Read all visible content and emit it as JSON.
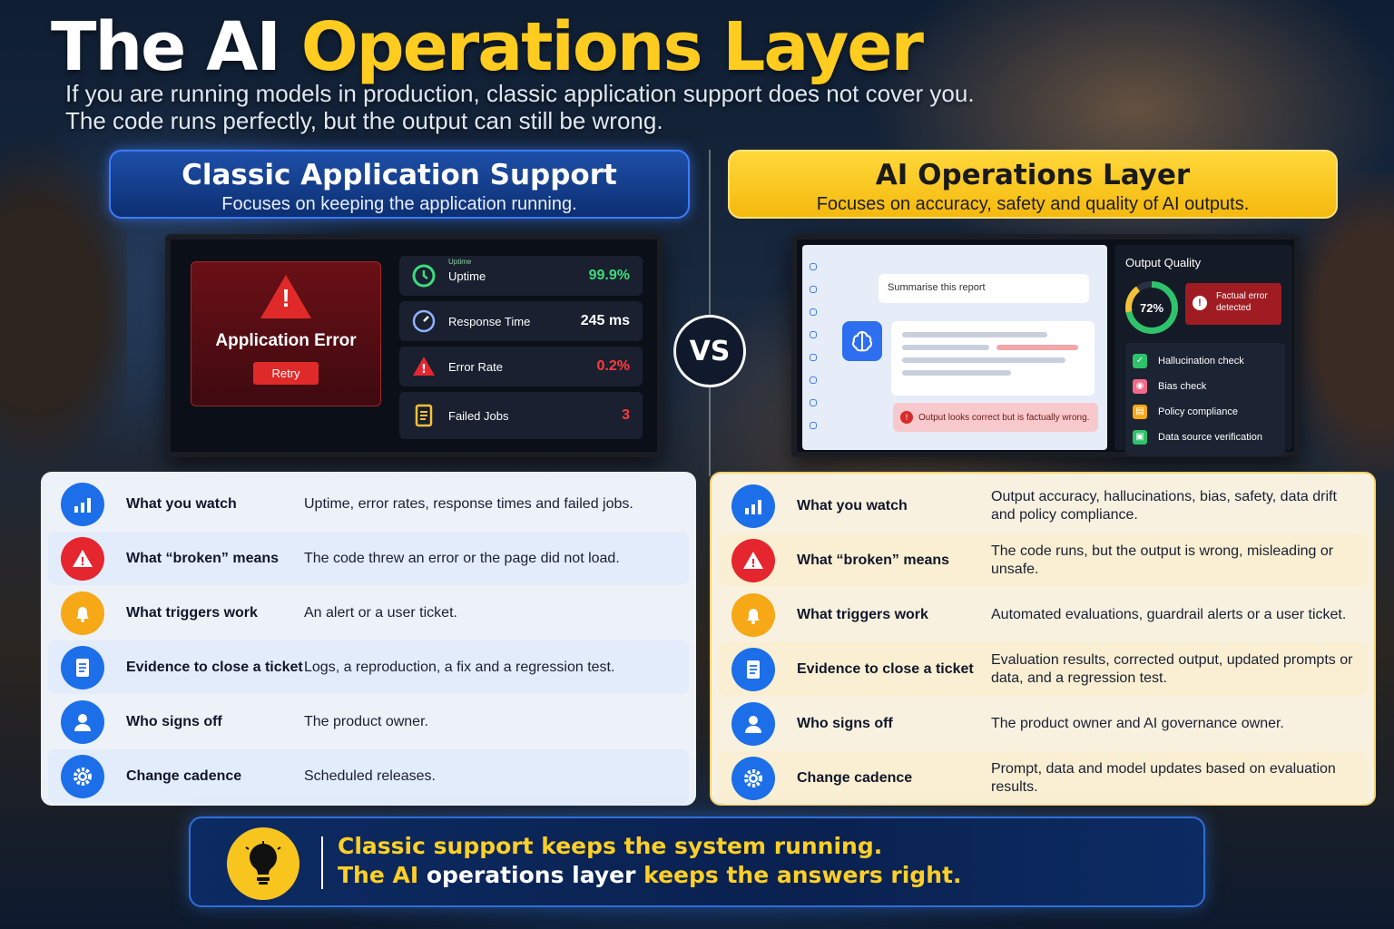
{
  "title": {
    "part1": "The AI ",
    "part2": "Operations Layer"
  },
  "subtitle": {
    "line1": "If you are running models in production, classic application support does not cover you.",
    "line2": "The code runs perfectly, but the output can still be wrong."
  },
  "left_header": {
    "title": "Classic Application Support",
    "subtitle": "Focuses on keeping the application running."
  },
  "right_header": {
    "title": "AI Operations Layer",
    "subtitle": "Focuses on accuracy, safety and quality of AI outputs."
  },
  "vs": "VS",
  "left_monitor": {
    "error_title": "Application Error",
    "retry": "Retry",
    "metrics": [
      {
        "label": "Uptime",
        "value": "99.9%",
        "color": "#3ddc7a",
        "icon": "uptime-icon",
        "caption": "Uptime"
      },
      {
        "label": "Response Time",
        "value": "245 ms",
        "color": "#ffffff",
        "icon": "gauge-icon"
      },
      {
        "label": "Error Rate",
        "value": "0.2%",
        "color": "#ff3b3b",
        "icon": "warning-icon"
      },
      {
        "label": "Failed Jobs",
        "value": "3",
        "color": "#ff3b3b",
        "icon": "document-icon"
      }
    ]
  },
  "right_monitor": {
    "prompt": "Summarise this report",
    "warning": "Output looks correct but is factually wrong.",
    "quality_title": "Output Quality",
    "score": "72%",
    "alert": "Factual error detected",
    "checks": [
      {
        "label": "Hallucination check",
        "color": "#2fc26b"
      },
      {
        "label": "Bias check",
        "color": "#f06b8a"
      },
      {
        "label": "Policy compliance",
        "color": "#f6a817"
      },
      {
        "label": "Data source verification",
        "color": "#2fc26b"
      }
    ]
  },
  "rows": {
    "labels": [
      "What you watch",
      "What “broken” means",
      "What triggers work",
      "Evidence to close a ticket",
      "Who signs off",
      "Change cadence"
    ],
    "icons": [
      "chart-icon",
      "warning-icon",
      "bell-icon",
      "document-icon",
      "user-icon",
      "gear-icon"
    ],
    "classic": [
      "Uptime, error rates, response times and failed jobs.",
      "The code threw an error or the page did not load.",
      "An alert or a user ticket.",
      "Logs, a reproduction, a fix and a regression test.",
      "The product owner.",
      "Scheduled releases."
    ],
    "ai": [
      "Output accuracy, hallucinations, bias, safety, data drift and policy compliance.",
      "The code runs, but the output is wrong, misleading or unsafe.",
      "Automated evaluations, guardrail alerts or a user ticket.",
      "Evaluation results, corrected output, updated prompts or data, and a regression test.",
      "The product owner and AI governance owner.",
      "Prompt, data and model updates based on evaluation results."
    ]
  },
  "banner": {
    "line1": "Classic support keeps the system running.",
    "line2_a": "The AI ",
    "line2_b": "operations layer ",
    "line2_c": "keeps the answers right."
  },
  "colors": {
    "blue": "#1c6fe8",
    "red": "#e5262f",
    "amber": "#f6a817",
    "yellow": "#ffcc1f"
  }
}
